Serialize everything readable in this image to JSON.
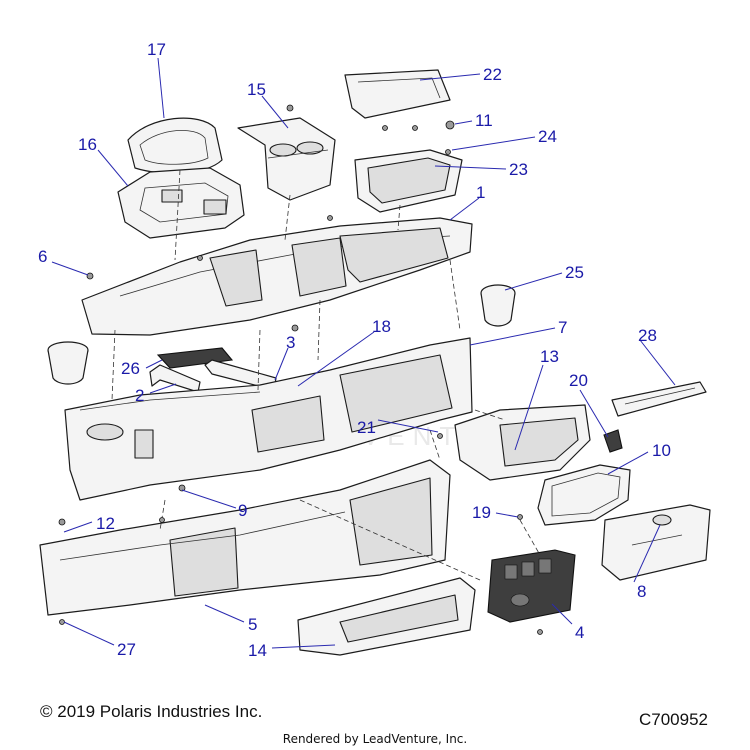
{
  "diagram": {
    "callouts": [
      "1",
      "2",
      "3",
      "4",
      "5",
      "6",
      "7",
      "8",
      "9",
      "10",
      "11",
      "12",
      "13",
      "14",
      "15",
      "16",
      "17",
      "18",
      "19",
      "20",
      "21",
      "22",
      "23",
      "24",
      "25",
      "26",
      "27",
      "28"
    ],
    "watermark": "LEADVENTURE"
  },
  "footer": {
    "copyright": "© 2019 Polaris Industries Inc.",
    "diagram_code": "C700952",
    "rendered_by": "Rendered by LeadVenture, Inc."
  }
}
